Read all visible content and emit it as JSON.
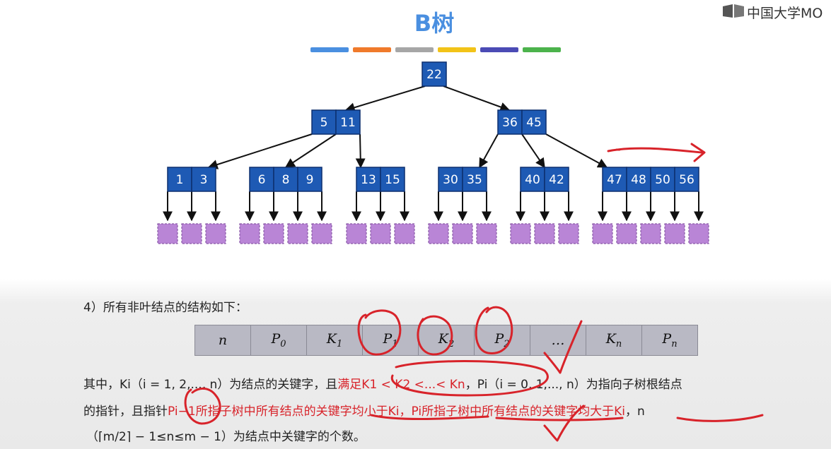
{
  "title": "B树",
  "watermark": "中国大学MO",
  "color_bars": [
    "#4a8fe0",
    "#f07a2b",
    "#a6a6a6",
    "#f2c318",
    "#4b4bb5",
    "#4cb34c"
  ],
  "tree": {
    "root": [
      "22"
    ],
    "level1": [
      [
        "5",
        "11"
      ],
      [
        "36",
        "45"
      ]
    ],
    "leaves": [
      [
        "1",
        "3"
      ],
      [
        "6",
        "8",
        "9"
      ],
      [
        "13",
        "15"
      ],
      [
        "30",
        "35"
      ],
      [
        "40",
        "42"
      ],
      [
        "47",
        "48",
        "50",
        "56"
      ]
    ]
  },
  "colors": {
    "node_fill": "#1e5ab4",
    "node_border": "#0d2f6e",
    "leaf_fill": "#b985d6",
    "annotation": "#d8232a"
  },
  "section_heading": "4）所有非叶结点的结构如下：",
  "node_structure": [
    {
      "base": "n",
      "sub": ""
    },
    {
      "base": "P",
      "sub": "0"
    },
    {
      "base": "K",
      "sub": "1"
    },
    {
      "base": "P",
      "sub": "1"
    },
    {
      "base": "K",
      "sub": "2"
    },
    {
      "base": "P",
      "sub": "2"
    },
    {
      "base": "…",
      "sub": ""
    },
    {
      "base": "K",
      "sub": "n"
    },
    {
      "base": "P",
      "sub": "n"
    }
  ],
  "description": {
    "line1_a": "其中，Ki（i = 1, 2,..., n）为结点的关键字，且",
    "line1_b": "满足K1 < K2 <...< Kn",
    "line1_c": "，Pi（i = 0, 1,..., n）为指向子树根结点",
    "line2_a": "的指针，且指针",
    "line2_b": "Pi−1所指子树中所有结点的关键字均小于Ki，Pi所指子树中所有结点的关键字均大于Ki",
    "line2_c": "，n",
    "line3": "（⌈m/2⌉ − 1≤n≤m − 1）为结点中关键字的个数。"
  }
}
